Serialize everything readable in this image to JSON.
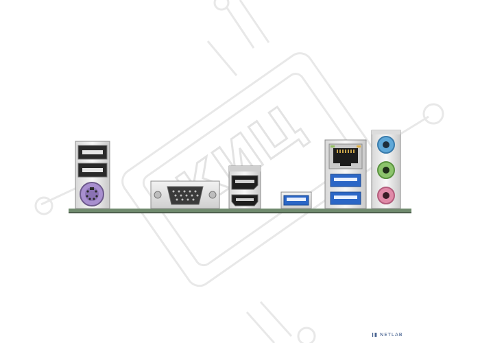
{
  "watermark": {
    "text": "КИЦ",
    "color": "#e6e6e6"
  },
  "brand": {
    "name": "NETLAB",
    "color": "#3d5a8a"
  },
  "ports": [
    {
      "name": "usb-2-0-port-top",
      "type": "USB 2.0"
    },
    {
      "name": "usb-2-0-port-bottom",
      "type": "USB 2.0"
    },
    {
      "name": "ps2-port",
      "type": "PS/2",
      "color": "#a88fcf"
    },
    {
      "name": "vga-port",
      "type": "D-Sub"
    },
    {
      "name": "displayport-port",
      "type": "DisplayPort"
    },
    {
      "name": "hdmi-port",
      "type": "HDMI"
    },
    {
      "name": "usb-3-0-port-single",
      "type": "USB 3.0",
      "color": "#2b66c6"
    },
    {
      "name": "rj45-lan-port",
      "type": "RJ-45"
    },
    {
      "name": "usb-3-0-port-top",
      "type": "USB 3.0",
      "color": "#2b66c6"
    },
    {
      "name": "usb-3-0-port-bottom",
      "type": "USB 3.0",
      "color": "#2b66c6"
    },
    {
      "name": "audio-line-in-jack",
      "type": "Line In",
      "color": "#5fa8d8"
    },
    {
      "name": "audio-line-out-jack",
      "type": "Line Out",
      "color": "#8cc46c"
    },
    {
      "name": "audio-mic-jack",
      "type": "Mic",
      "color": "#e08aa8"
    }
  ]
}
